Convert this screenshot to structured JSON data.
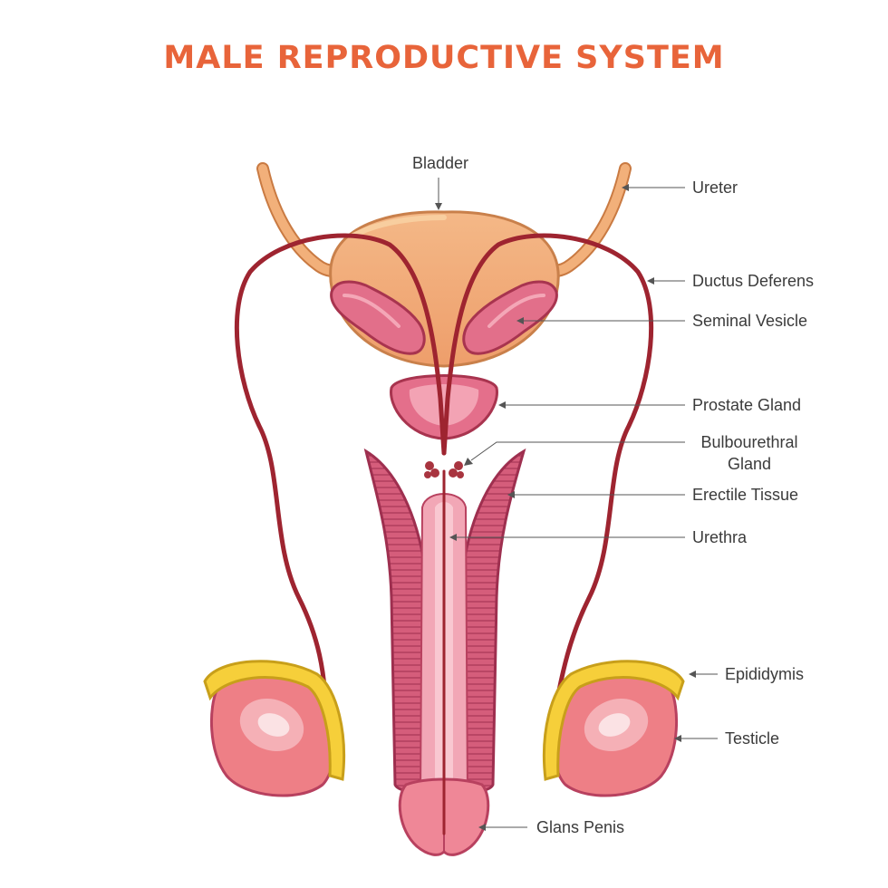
{
  "title": "MALE REPRODUCTIVE SYSTEM",
  "labels": {
    "bladder": "Bladder",
    "ureter": "Ureter",
    "ductus_deferens": "Ductus Deferens",
    "seminal_vesicle": "Seminal Vesicle",
    "prostate_gland": "Prostate Gland",
    "bulbourethral_gland_line1": "Bulbourethral",
    "bulbourethral_gland_line2": "Gland",
    "erectile_tissue": "Erectile Tissue",
    "urethra": "Urethra",
    "epididymis": "Epididymis",
    "testicle": "Testicle",
    "glans_penis": "Glans Penis"
  },
  "colors": {
    "title": "#e8643a",
    "bladder": "#f2b07a",
    "ureter": "#eba064",
    "vessel": "#9e2430",
    "tissue_pink": "#d95a78",
    "tissue_light": "#f4aab8",
    "epididymis": "#f6cf3a",
    "testicle": "#ef7f86"
  }
}
